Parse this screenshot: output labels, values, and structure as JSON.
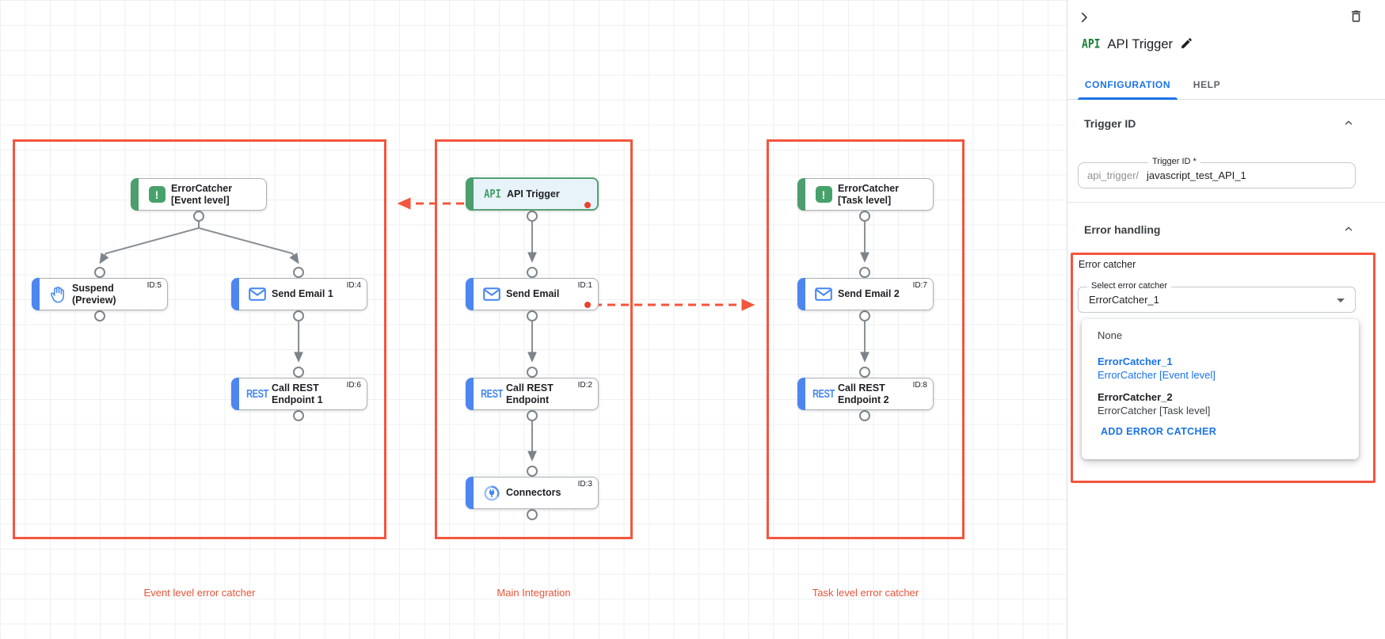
{
  "colors": {
    "accent_blue": "#1a73e8",
    "task_blue": "#4285f4",
    "trigger_green": "#4c9e6e",
    "alert_red": "#f4553d"
  },
  "icons": {
    "api_text": "API",
    "rest_text": "REST",
    "error_glyph": "!"
  },
  "diagram": {
    "groups": {
      "event": {
        "label": "Event level error catcher"
      },
      "main": {
        "label": "Main Integration"
      },
      "task": {
        "label": "Task level error catcher"
      }
    },
    "nodes": {
      "ec_event": {
        "label": "ErrorCatcher [Event level]"
      },
      "suspend": {
        "label": "Suspend (Preview)",
        "badge": "ID:5"
      },
      "send_email_1": {
        "label": "Send Email 1",
        "badge": "ID:4"
      },
      "rest_1": {
        "label": "Call REST Endpoint 1",
        "badge": "ID:6"
      },
      "api_trigger": {
        "label": "API Trigger"
      },
      "send_email": {
        "label": "Send Email",
        "badge": "ID:1"
      },
      "rest": {
        "label": "Call REST Endpoint",
        "badge": "ID:2"
      },
      "connectors": {
        "label": "Connectors",
        "badge": "ID:3"
      },
      "ec_task": {
        "label": "ErrorCatcher [Task level]"
      },
      "send_email_2": {
        "label": "Send Email 2",
        "badge": "ID:7"
      },
      "rest_2": {
        "label": "Call REST Endpoint 2",
        "badge": "ID:8"
      }
    }
  },
  "panel": {
    "title": "API Trigger",
    "tabs": {
      "configuration": "CONFIGURATION",
      "help": "HELP"
    },
    "trigger_id": {
      "heading": "Trigger ID",
      "label": "Trigger ID *",
      "prefix": "api_trigger/",
      "value": "javascript_test_API_1"
    },
    "error_handling": {
      "heading": "Error handling",
      "group_label": "Error catcher",
      "select_label": "Select error catcher",
      "select_value": "ErrorCatcher_1",
      "options": {
        "none": "None",
        "ec1_name": "ErrorCatcher_1",
        "ec1_desc": "ErrorCatcher [Event level]",
        "ec2_name": "ErrorCatcher_2",
        "ec2_desc": "ErrorCatcher [Task level]"
      },
      "add_label": "ADD ERROR CATCHER"
    }
  }
}
